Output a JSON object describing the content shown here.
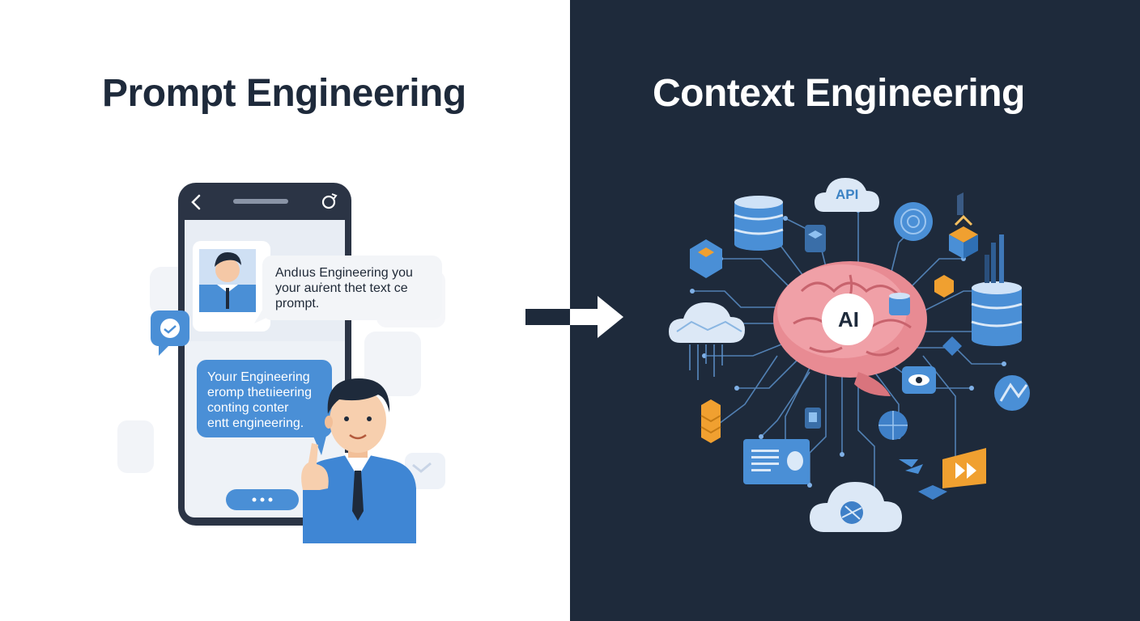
{
  "left": {
    "title": "Prompt Engineering",
    "bubble_in": [
      "Andıus Engineering you",
      "your auṙent thet text  ce",
      "prompt."
    ],
    "bubble_out": [
      "Youır Engineering",
      "eromp thetıieering",
      "conting conter",
      "entt engineering."
    ]
  },
  "right": {
    "title": "Context Engineering",
    "center_label": "AI",
    "api_label": "API"
  },
  "colors": {
    "dark_bg": "#1e2a3b",
    "accent_blue": "#4a8fd6",
    "brain_pink": "#e88b93",
    "accent_orange": "#f0a030"
  },
  "icons": [
    "back-icon",
    "phone-speaker",
    "refresh-icon",
    "user-avatar",
    "chat-icon",
    "typing-indicator",
    "person-illustration",
    "arrow-right-icon",
    "brain-icon",
    "database-icon",
    "cloud-icon",
    "globe-icon",
    "cube-icon",
    "forward-icon",
    "monitor-icon"
  ]
}
